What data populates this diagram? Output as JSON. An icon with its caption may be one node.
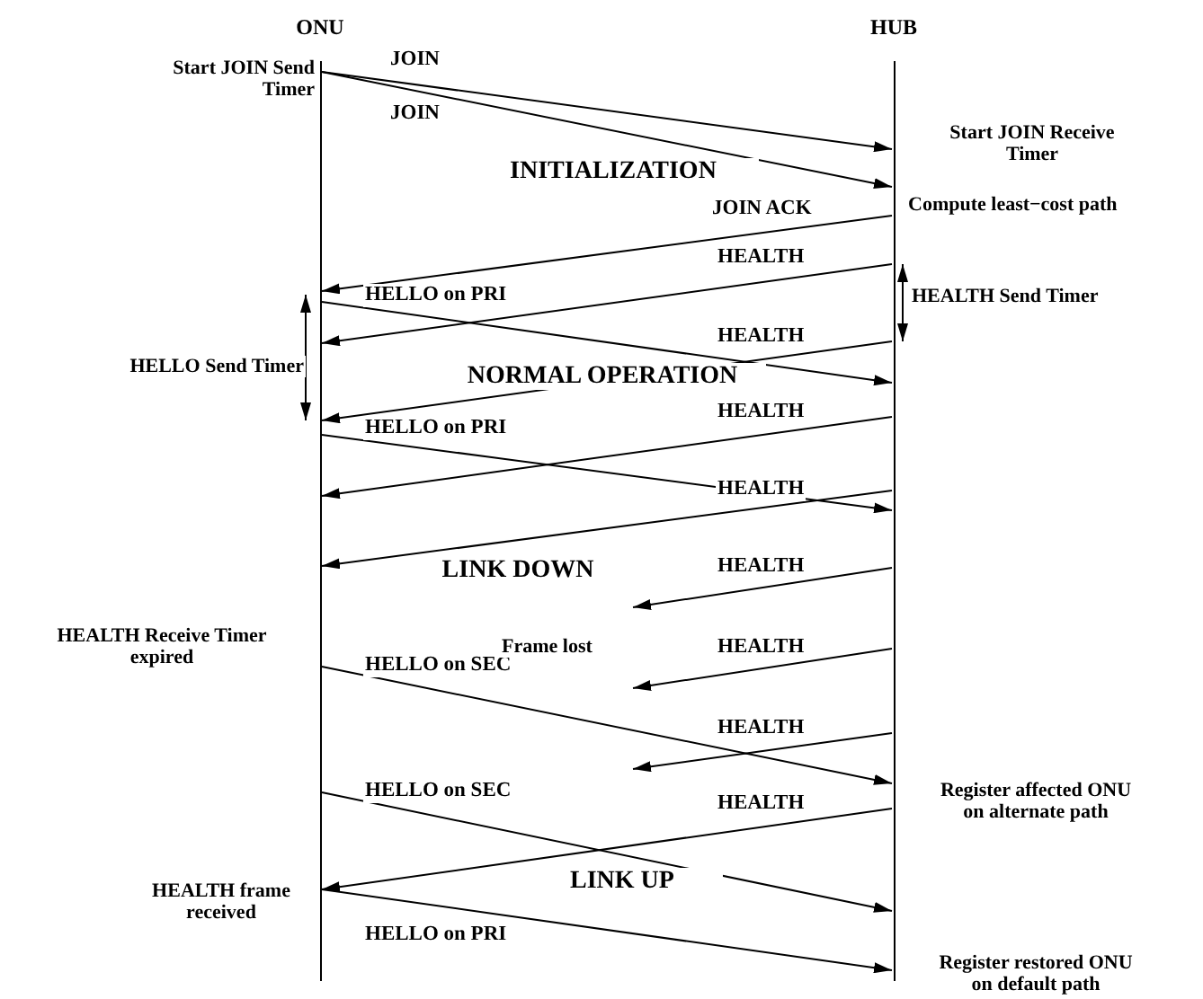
{
  "diagram": {
    "nodes": [
      {
        "text": [
          "ONU"
        ]
      },
      {
        "text": [
          "HUB"
        ]
      }
    ],
    "edges": [
      {
        "from": 0,
        "to": 1,
        "arrow": "to",
        "label": "JOIN"
      },
      {
        "from": 0,
        "to": 1,
        "arrow": "to",
        "label": "JOIN"
      },
      {
        "from": 1,
        "to": 0,
        "arrow": "to",
        "label": "JOIN ACK"
      },
      {
        "from": 1,
        "to": 0,
        "arrow": "to",
        "label": "HEALTH"
      },
      {
        "from": 0,
        "to": 1,
        "arrow": "to",
        "label": "HELLO on PRI"
      },
      {
        "from": 1,
        "to": 0,
        "arrow": "to",
        "label": "HEALTH"
      },
      {
        "from": 0,
        "to": 1,
        "arrow": "to",
        "label": "HELLO on PRI"
      },
      {
        "from": 1,
        "to": 0,
        "arrow": "to",
        "label": "HEALTH"
      },
      {
        "from": 1,
        "to": 0,
        "arrow": "to",
        "label": "HEALTH"
      },
      {
        "from": 1,
        "to": null,
        "arrow": "to",
        "label": "HEALTH"
      },
      {
        "from": 1,
        "to": null,
        "arrow": "to",
        "label": "HEALTH"
      },
      {
        "from": 0,
        "to": 1,
        "arrow": "to",
        "label": "HELLO on SEC"
      },
      {
        "from": 1,
        "to": null,
        "arrow": "to",
        "label": "HEALTH"
      },
      {
        "from": 0,
        "to": 1,
        "arrow": "to",
        "label": "HELLO on SEC"
      },
      {
        "from": 1,
        "to": 0,
        "arrow": "to",
        "label": "HEALTH"
      },
      {
        "from": 0,
        "to": 1,
        "arrow": "to",
        "label": "HELLO on PRI"
      }
    ],
    "labels": [
      "Start JOIN Send Timer",
      "Start JOIN Receive Timer",
      "INITIALIZATION",
      "Compute least−cost path",
      "HEALTH Send Timer",
      "HELLO Send Timer",
      "NORMAL OPERATION",
      "LINK DOWN",
      "HEALTH Receive Timer expired",
      "Frame lost",
      "Register affected ONU on alternate path",
      "LINK UP",
      "HEALTH frame received",
      "Register restored ONU on default path"
    ]
  }
}
